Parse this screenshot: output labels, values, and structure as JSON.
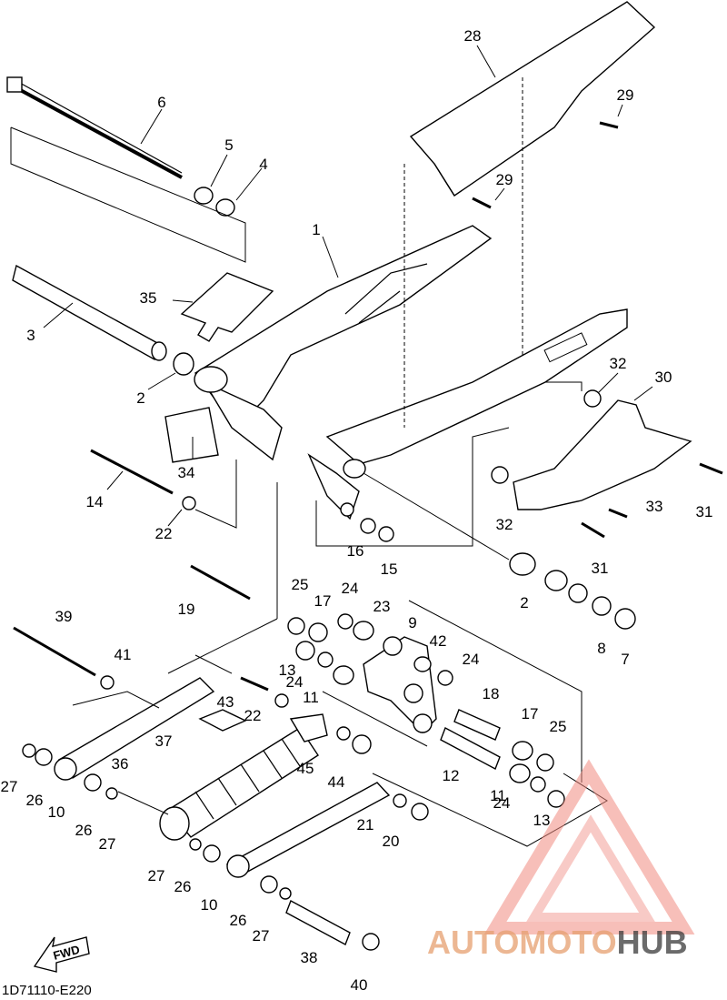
{
  "diagram": {
    "code": "1D71110-E220",
    "fwd_label": "FWD",
    "parts": [
      {
        "n": "1"
      },
      {
        "n": "2"
      },
      {
        "n": "3"
      },
      {
        "n": "4"
      },
      {
        "n": "5"
      },
      {
        "n": "6"
      },
      {
        "n": "7"
      },
      {
        "n": "8"
      },
      {
        "n": "9"
      },
      {
        "n": "10"
      },
      {
        "n": "11"
      },
      {
        "n": "12"
      },
      {
        "n": "13"
      },
      {
        "n": "14"
      },
      {
        "n": "15"
      },
      {
        "n": "16"
      },
      {
        "n": "17"
      },
      {
        "n": "18"
      },
      {
        "n": "19"
      },
      {
        "n": "20"
      },
      {
        "n": "21"
      },
      {
        "n": "22"
      },
      {
        "n": "23"
      },
      {
        "n": "24"
      },
      {
        "n": "25"
      },
      {
        "n": "26"
      },
      {
        "n": "27"
      },
      {
        "n": "28"
      },
      {
        "n": "29"
      },
      {
        "n": "30"
      },
      {
        "n": "31"
      },
      {
        "n": "32"
      },
      {
        "n": "33"
      },
      {
        "n": "34"
      },
      {
        "n": "35"
      },
      {
        "n": "36"
      },
      {
        "n": "37"
      },
      {
        "n": "38"
      },
      {
        "n": "39"
      },
      {
        "n": "40"
      },
      {
        "n": "41"
      },
      {
        "n": "42"
      },
      {
        "n": "43"
      },
      {
        "n": "44"
      },
      {
        "n": "45"
      }
    ]
  },
  "watermark": {
    "part1": "AUTOMOTO",
    "part2": "HUB",
    "color_primary": "#f08a80",
    "color_secondary": "#e6b86a",
    "color_dark": "#3a3a3a"
  }
}
